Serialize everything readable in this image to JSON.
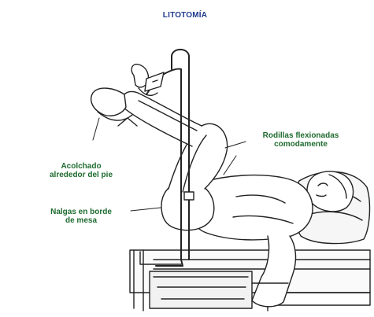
{
  "title": "LITOTOMÍA",
  "labels": {
    "rodillas": "Rodillas flexionadas\ncomodamente",
    "acolchado": "Acolchado\nalrededor del pie",
    "nalgas": "Nalgas en borde\nde mesa"
  },
  "colors": {
    "title": "#1f3a8a",
    "label": "#1f6b2f",
    "line": "#222222"
  }
}
